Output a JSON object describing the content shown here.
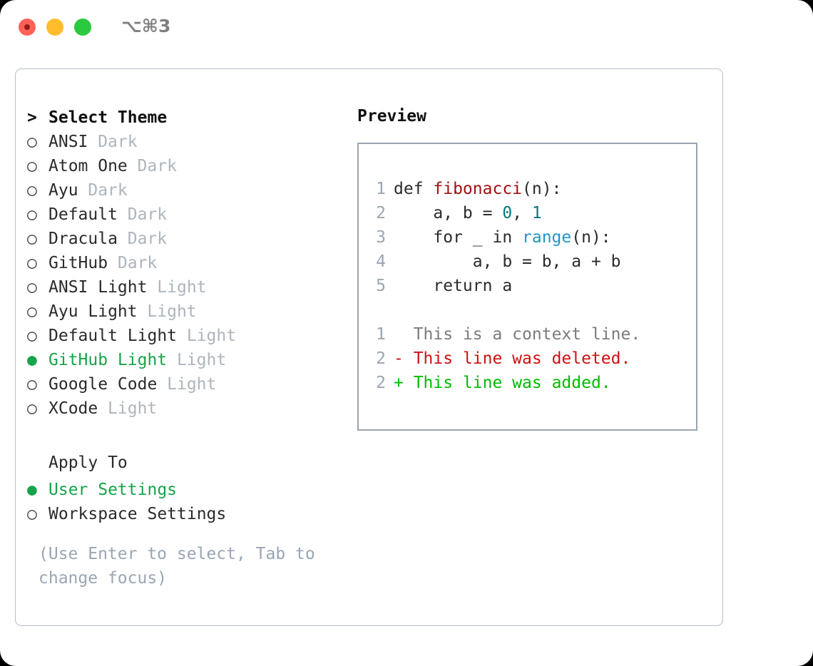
{
  "window": {
    "shortcut_label": "⌥⌘3",
    "traffic_lights": [
      "close",
      "minimize",
      "zoom"
    ]
  },
  "theme_list": {
    "header_marker": ">",
    "header_label": "Select Theme",
    "items": [
      {
        "marker": "○",
        "label": "ANSI",
        "variant": "Dark",
        "selected": false
      },
      {
        "marker": "○",
        "label": "Atom One",
        "variant": "Dark",
        "selected": false
      },
      {
        "marker": "○",
        "label": "Ayu",
        "variant": "Dark",
        "selected": false
      },
      {
        "marker": "○",
        "label": "Default",
        "variant": "Dark",
        "selected": false
      },
      {
        "marker": "○",
        "label": "Dracula",
        "variant": "Dark",
        "selected": false
      },
      {
        "marker": "○",
        "label": "GitHub",
        "variant": "Dark",
        "selected": false
      },
      {
        "marker": "○",
        "label": "ANSI Light",
        "variant": "Light",
        "selected": false
      },
      {
        "marker": "○",
        "label": "Ayu Light",
        "variant": "Light",
        "selected": false
      },
      {
        "marker": "○",
        "label": "Default Light",
        "variant": "Light",
        "selected": false
      },
      {
        "marker": "●",
        "label": "GitHub Light",
        "variant": "Light",
        "selected": true
      },
      {
        "marker": "○",
        "label": "Google Code",
        "variant": "Light",
        "selected": false
      },
      {
        "marker": "○",
        "label": "XCode",
        "variant": "Light",
        "selected": false
      }
    ]
  },
  "apply_to": {
    "title": "Apply To",
    "options": [
      {
        "marker": "●",
        "label": "User Settings",
        "selected": true
      },
      {
        "marker": "○",
        "label": "Workspace Settings",
        "selected": false
      }
    ]
  },
  "hint": {
    "line1": "(Use Enter to select, Tab to",
    "line2": "change focus)"
  },
  "preview": {
    "title": "Preview",
    "code_lines": [
      {
        "no": "1",
        "segments": [
          {
            "text": "def ",
            "kind": "plain"
          },
          {
            "text": "fibonacci",
            "kind": "func"
          },
          {
            "text": "(n):",
            "kind": "plain"
          }
        ]
      },
      {
        "no": "2",
        "segments": [
          {
            "text": "    a, b = ",
            "kind": "plain"
          },
          {
            "text": "0",
            "kind": "num"
          },
          {
            "text": ", ",
            "kind": "plain"
          },
          {
            "text": "1",
            "kind": "num"
          }
        ]
      },
      {
        "no": "3",
        "segments": [
          {
            "text": "    for _ in ",
            "kind": "plain"
          },
          {
            "text": "range",
            "kind": "call"
          },
          {
            "text": "(n):",
            "kind": "plain"
          }
        ]
      },
      {
        "no": "4",
        "segments": [
          {
            "text": "        a, b = b, a + b",
            "kind": "plain"
          }
        ]
      },
      {
        "no": "5",
        "segments": [
          {
            "text": "    return a",
            "kind": "plain"
          }
        ]
      }
    ],
    "diff_lines": [
      {
        "no": "1",
        "prefix": "  ",
        "text": "This is a context line.",
        "kind": "context"
      },
      {
        "no": "2",
        "prefix": "- ",
        "text": "This line was deleted.",
        "kind": "del"
      },
      {
        "no": "2",
        "prefix": "+ ",
        "text": "This line was added.",
        "kind": "add"
      }
    ]
  },
  "colors": {
    "accent_green": "#16a34a",
    "diff_add": "#00bb00",
    "diff_del": "#cc1111",
    "muted": "#adb5bd",
    "border": "#9aa5b1",
    "func": "#a01010",
    "num": "#0d7377",
    "call": "#2196c4"
  }
}
